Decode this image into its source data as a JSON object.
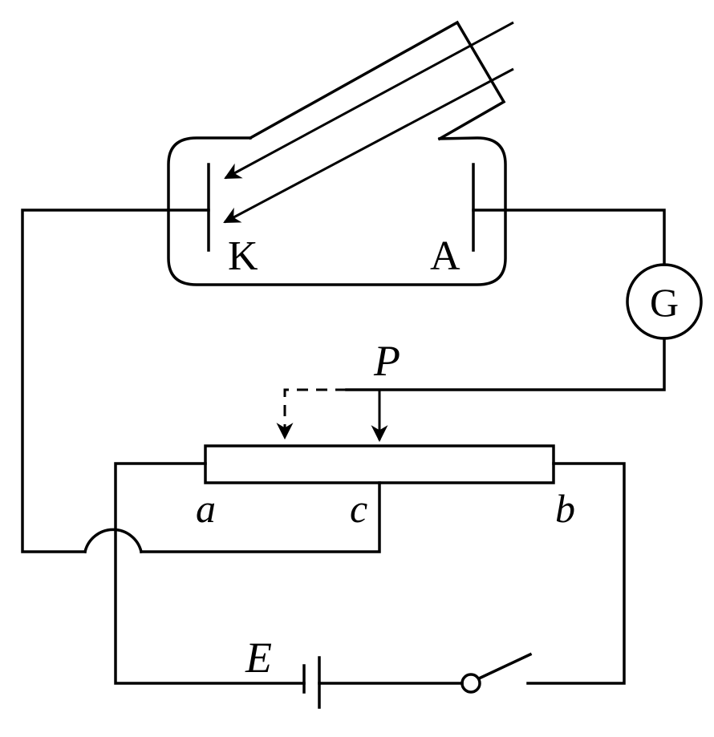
{
  "diagram": {
    "labels": {
      "cathode": "K",
      "anode": "A",
      "galvanometer": "G",
      "slider": "P",
      "rheostat_end_a": "a",
      "rheostat_tap_c": "c",
      "rheostat_end_b": "b",
      "battery": "E"
    },
    "components": {
      "tube": "photoelectric-tube",
      "meter": "galvanometer",
      "rheostat": "sliding-rheostat",
      "source": "battery",
      "switch": "switch-open"
    },
    "colors": {
      "stroke": "#000000",
      "background": "#ffffff"
    }
  }
}
